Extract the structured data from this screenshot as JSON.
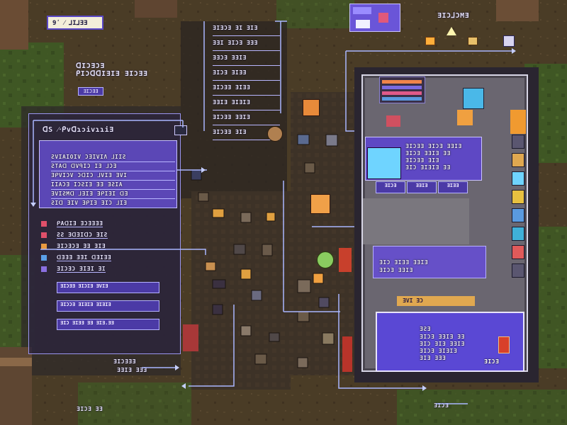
{
  "header": {
    "title_box": "9ʹ ⁄ ⅃I⅃ƎƎ",
    "top_right": "ƎIƆ⅃ƆMƎ"
  },
  "left_panel": {
    "heading": "ᗡS ⁄‧ᑭvᗡɿɔivɿɿiƎ",
    "info_lines": [
      "ƧVIAIOIV ƆƎIVIɅ ⅃IIƧ",
      "ƧTAᗡ ᗡVᑫIƆ IƎ ⅃ƆƎ",
      "ƎᑭVIƆV ƆᗡIƆ ⅃VIƎ ƎVI",
      "IIAƆƎ IƆƧIƎ ƎƎ ƎƧIA",
      "ƎVIƧMᗡ ⅃ƎIƎ ƎᑭIƎI ᗡƎ",
      "ƧIᗡ ƎIV ƎᑭIƎ ƎIƆ ⅃IƎ"
    ],
    "menu_items": [
      "ᑭAᗡIƎ ƎƆƎƎƎƎ",
      "ƧƧ ƎᗡƎIᗡƆ ƎIƧ",
      "ƎIƆƎƆƎ ƎƎ ƎIƎ",
      "ᗡƎƎƎ ƎƎI ᗡƎIƎƎ",
      "ƎIƆƎƆ ƎIƎI ƎI"
    ],
    "button_items": [
      "ƎIƆƎƎ ƎIƆIƎ ƎVIƎ",
      "ƎIƆƆƎ ƎIƎIƎ ƎIƎIƎ",
      "ƎIƆ ƎIƎƎ ƎƎ ƎIƎ.ƎƎ"
    ]
  },
  "upper_left_labels": [
    "ᗡIƆƎƆƎ",
    "ᑭIƆᗡᗡIƎIƎ ƎIƆƎƎ"
  ],
  "upper_left_badge": "ƎIƆƎƎ",
  "center_labels": [
    "ƎIƎƆƎ ƎI ƎIƎ",
    "ƎƎI ƎIƆƎ ƎƎƎ",
    "ƎƎƆƎ ƎƎIƎ",
    "ƎIƆƎ ƎIƎƎ",
    "ƎIƆƎƎ ƎIƎƎ",
    "ƎƎIƎ ƎIƎIƎ",
    "ƎIƆƎƎ ƎƎIƎ",
    "ƎIƆƎƎ ƎIƎ"
  ],
  "bottom_labels": {
    "b1": "ƎIƆƎƎƎ",
    "b2": "ƎƎIƎ ƎƎƎ",
    "b3": "ƎIƆƎ ƎƎ",
    "b4": "ƎIƆƎ"
  },
  "right_building": {
    "info_lines": [
      "ƎIƆƎƎ ƎIƆƎ ƎƎIƎ",
      "ƎIƆƎ ƎƎIƎ ƎƎ",
      "ƎIƆƎƎ ƎIƎ",
      "ƎIƆ ƎIƎIƎ ƎƎ"
    ],
    "buttons": [
      "ƎIƆƎ",
      "ƎƎIƎ",
      "ƎIƎƎ"
    ],
    "mid_lines": [
      "ƎIƆ ƎIƎƎ ƎƎIƎ",
      "ƎIƆƎ ƎƎIƎ"
    ],
    "color_bar_label": "ƎVI ƎƆ",
    "lower_box_title": "ƎƧƎ",
    "lower_box_lines": [
      "ƎIƆƎ ƎƎIƎ ƎƎ",
      "ƎIƆ ƎIƎ ƎƎIƎ",
      "ƎIƆƎ ƎIƎIƎ",
      "ƎIƎ ƎƎƎ"
    ],
    "lower_box_tag": "ƎIƆƎ"
  },
  "colors": {
    "accent": "#6a55d8",
    "panel_border": "#9a95f0",
    "line": "#a8b4ff"
  }
}
